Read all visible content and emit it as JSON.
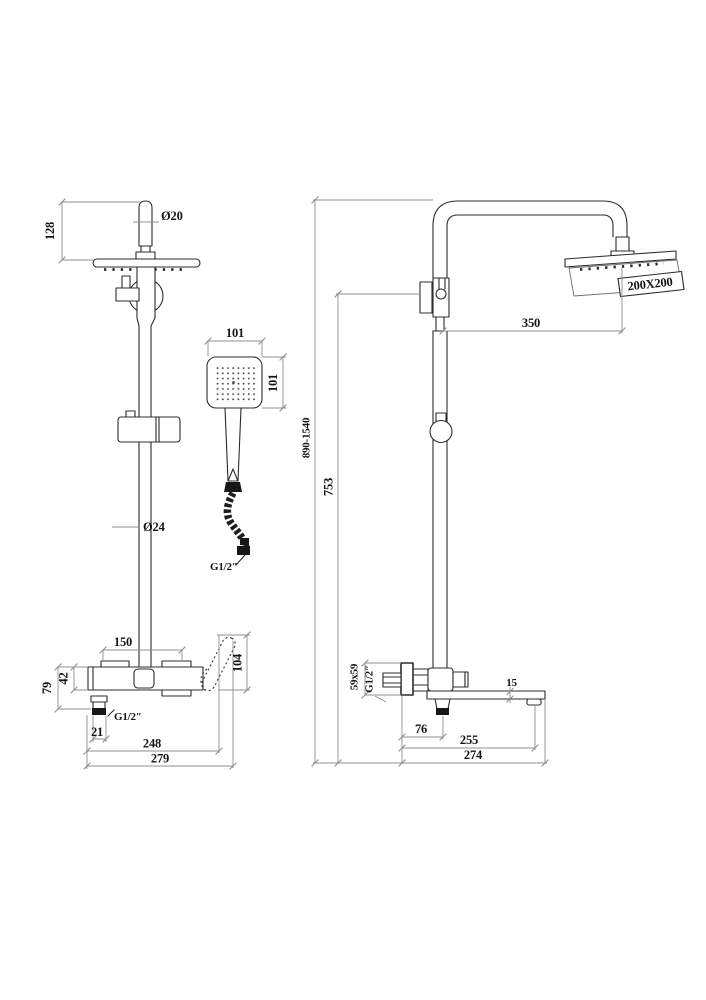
{
  "drawing": {
    "background": "#ffffff",
    "object_line_color": "#2c2c2c",
    "dimension_line_color": "#8f8f8f",
    "text_color": "#141414",
    "front_view": {
      "labels": {
        "head_drop": "128",
        "overhead_pipe_dia": "Ø20",
        "hand_width": "101",
        "hand_height": "101",
        "riser_dia": "Ø24",
        "hose_thread": "G1/2″",
        "inlet_spacing": "150",
        "handle_clearance": "104",
        "body_height": "42",
        "body_total_height": "79",
        "outlet_thread": "G1/2″",
        "outlet_offset": "21",
        "width_to_handle": "248",
        "overall_width": "279"
      }
    },
    "side_view": {
      "labels": {
        "head_size": "200X200",
        "arm_reach": "350",
        "height_range": "890-1540",
        "riser_height": "753",
        "flange_size": "59x59",
        "wall_thread": "G1/2″",
        "spout_thickness": "15",
        "outlet_distance": "76",
        "spout_reach": "255",
        "overall_depth": "274"
      }
    }
  }
}
